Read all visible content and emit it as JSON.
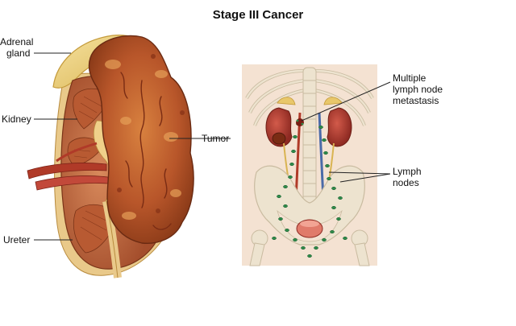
{
  "title": "Stage III Cancer",
  "labels": {
    "adrenal_line1": "Adrenal",
    "adrenal_line2": "gland",
    "kidney": "Kidney",
    "ureter": "Ureter",
    "tumor": "Tumor",
    "metastasis_line1": "Multiple",
    "metastasis_line2": "lymph node",
    "metastasis_line3": "metastasis",
    "lymph_line1": "Lymph",
    "lymph_line2": "nodes"
  },
  "colors": {
    "tumor": "#b8562a",
    "tumor_dark": "#7a2c14",
    "kidney_tissue": "#c2673c",
    "adrenal": "#e8c76a",
    "vessel": "#b03a28",
    "lymph_node": "#2f8a4a",
    "bone": "#ede3cf",
    "skin": "#f4e2d2"
  }
}
